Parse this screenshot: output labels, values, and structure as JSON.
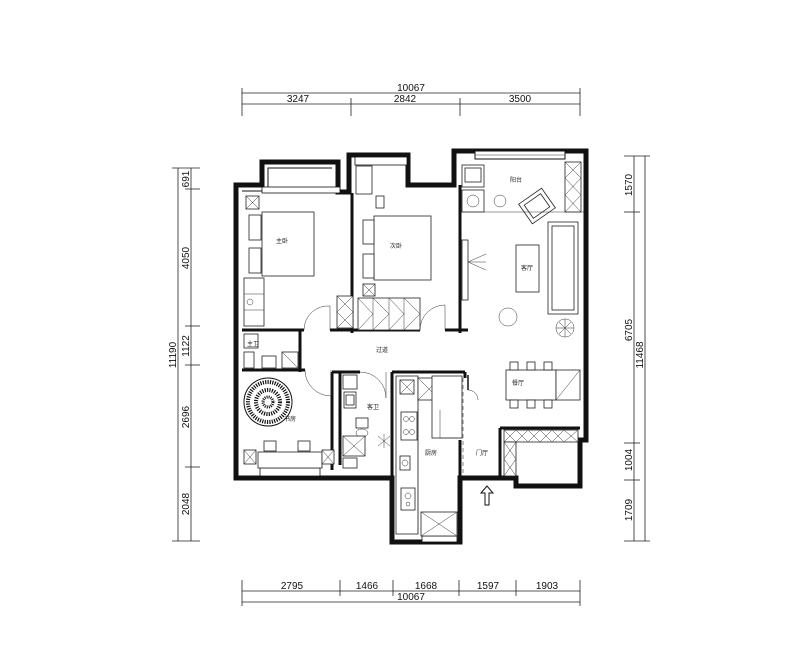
{
  "dimensions": {
    "top_total": "10067",
    "top_segments": [
      "3247",
      "2842",
      "3500"
    ],
    "bottom_segments": [
      "2795",
      "1466",
      "1668",
      "1597",
      "1903"
    ],
    "bottom_total": "10067",
    "left_segments": [
      "691",
      "4050",
      "1122",
      "2696",
      "2048"
    ],
    "left_total": "11190",
    "right_segments": [
      "1570",
      "6705",
      "1004",
      "1709"
    ],
    "right_total": "11468"
  },
  "rooms": {
    "master_bedroom": "主卧",
    "second_bedroom": "次卧",
    "balcony": "阳台",
    "living_room": "客厅",
    "corridor": "过道",
    "main_bathroom": "主卫",
    "guest_bathroom": "客卫",
    "study": "书房",
    "dining_room": "餐厅",
    "kitchen": "厨房",
    "entrance": "门厅"
  }
}
